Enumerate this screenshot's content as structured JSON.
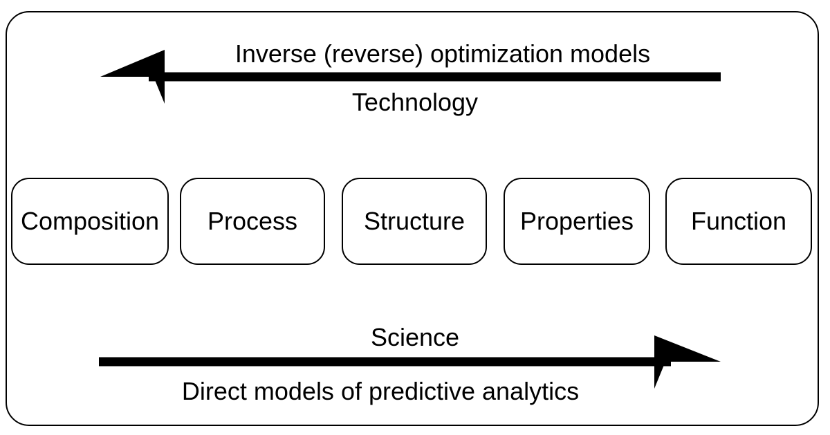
{
  "diagram": {
    "top_label": "Inverse (reverse) optimization models",
    "top_sublabel": "Technology",
    "bottom_label": "Science",
    "bottom_sublabel": "Direct models of predictive analytics",
    "stages": [
      {
        "label": "Composition"
      },
      {
        "label": "Process"
      },
      {
        "label": "Structure"
      },
      {
        "label": "Properties"
      },
      {
        "label": "Function"
      }
    ],
    "top_arrow_direction": "left",
    "bottom_arrow_direction": "right",
    "color": "#000000"
  }
}
